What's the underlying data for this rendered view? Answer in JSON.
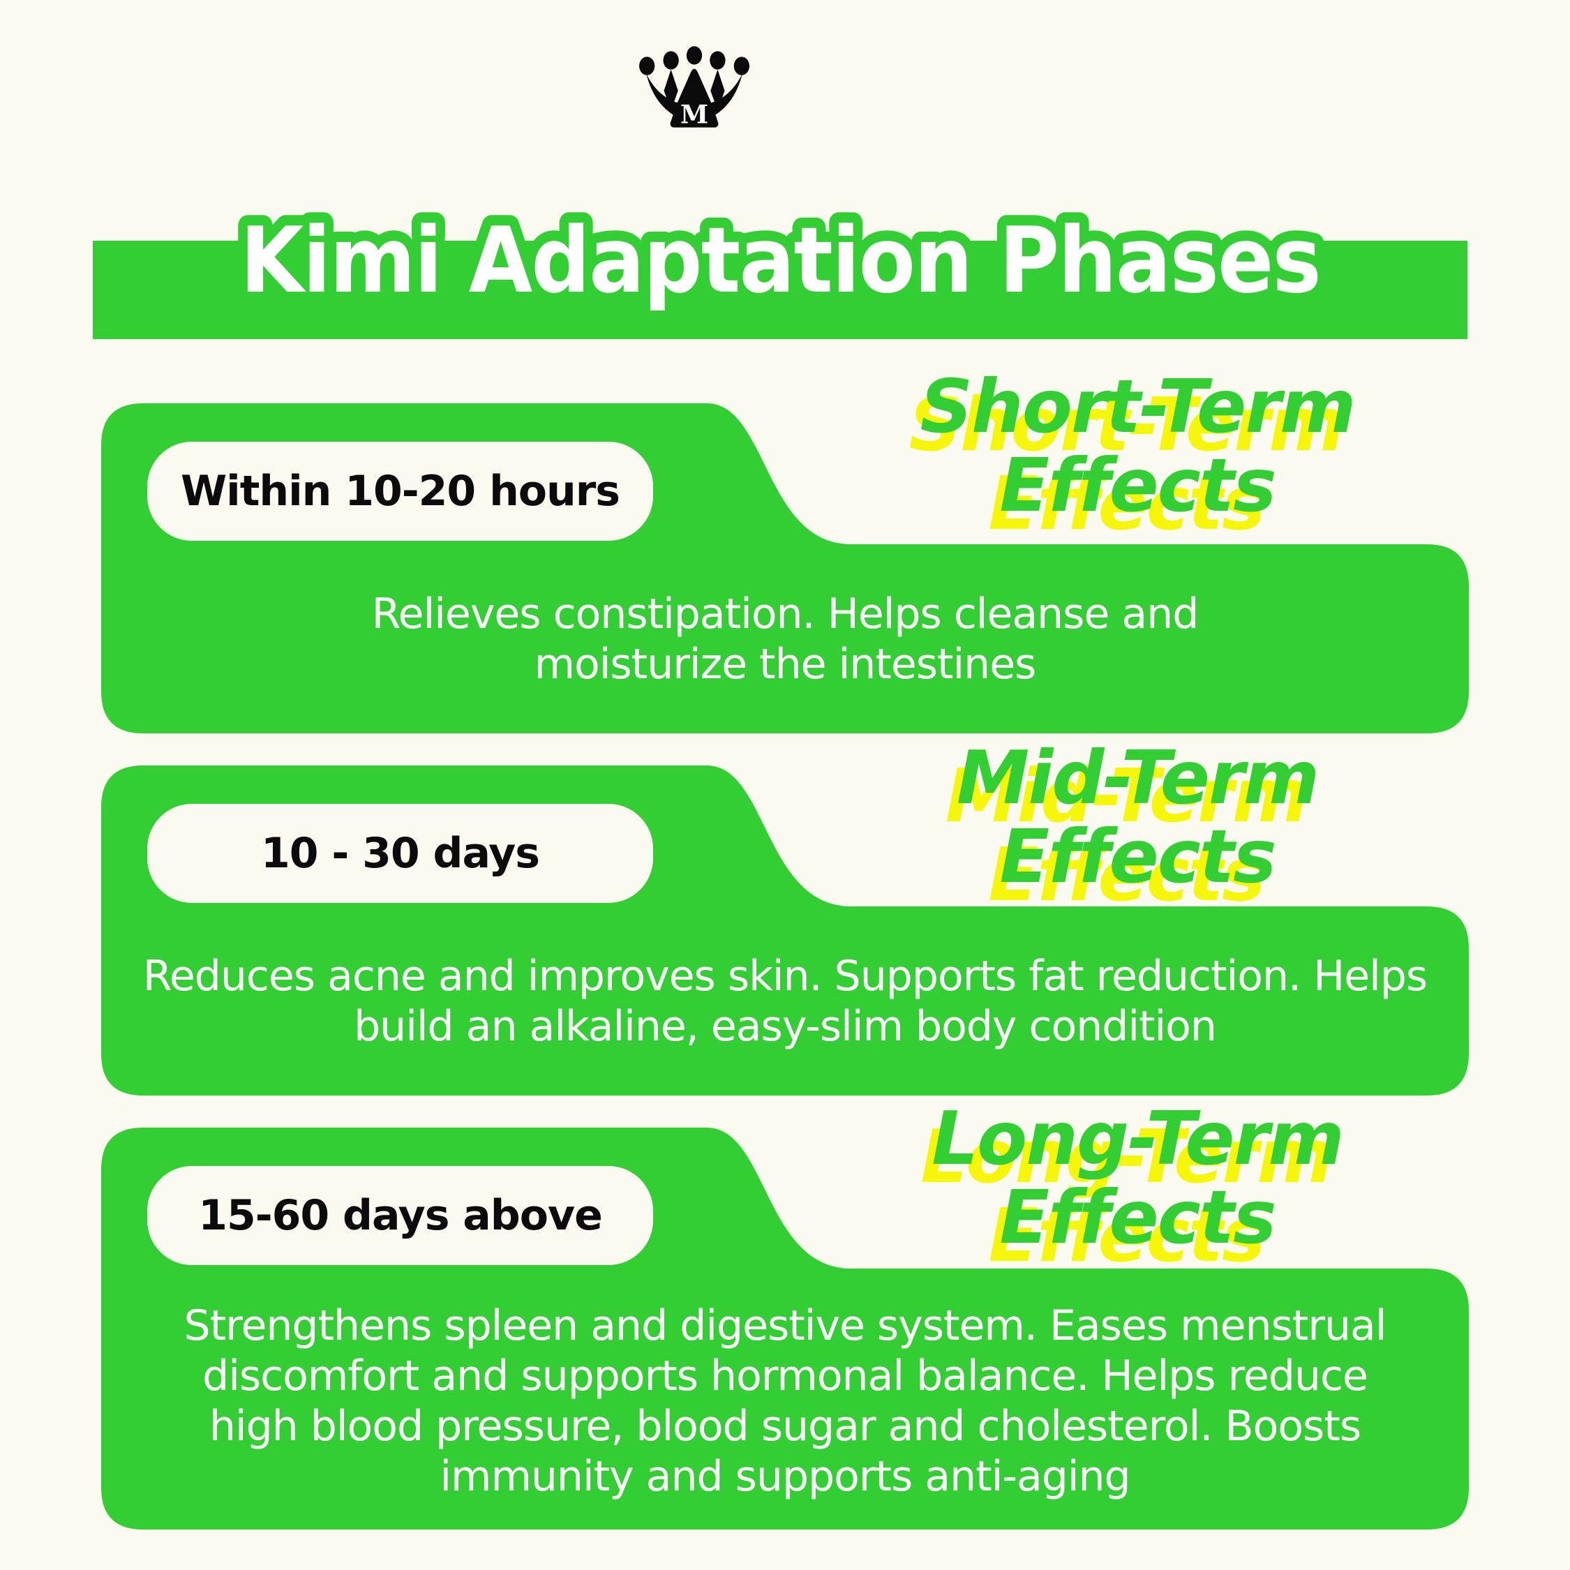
{
  "colors": {
    "background": "#FBFAF0",
    "green": "#32CE33",
    "yellow": "#F6F60A",
    "black": "#0B0B0B",
    "white": "#FFFFFF"
  },
  "logo": {
    "letter": "M"
  },
  "header": {
    "title": "Kimi Adaptation Phases"
  },
  "phases": [
    {
      "duration": "Within 10-20 hours",
      "heading": "Short-Term Effects",
      "description": "Relieves constipation. Helps cleanse and moisturize the intestines"
    },
    {
      "duration": "10 - 30 days",
      "heading": "Mid-Term Effects",
      "description": "Reduces acne and improves skin. Supports fat reduction. Helps build an alkaline, easy-slim body condition"
    },
    {
      "duration": "15-60 days above",
      "heading": "Long-Term Effects",
      "description": "Strengthens spleen and digestive system. Eases menstrual discomfort and supports hormonal balance. Helps reduce high blood pressure, blood sugar and cholesterol. Boosts immunity and supports anti-aging"
    }
  ]
}
